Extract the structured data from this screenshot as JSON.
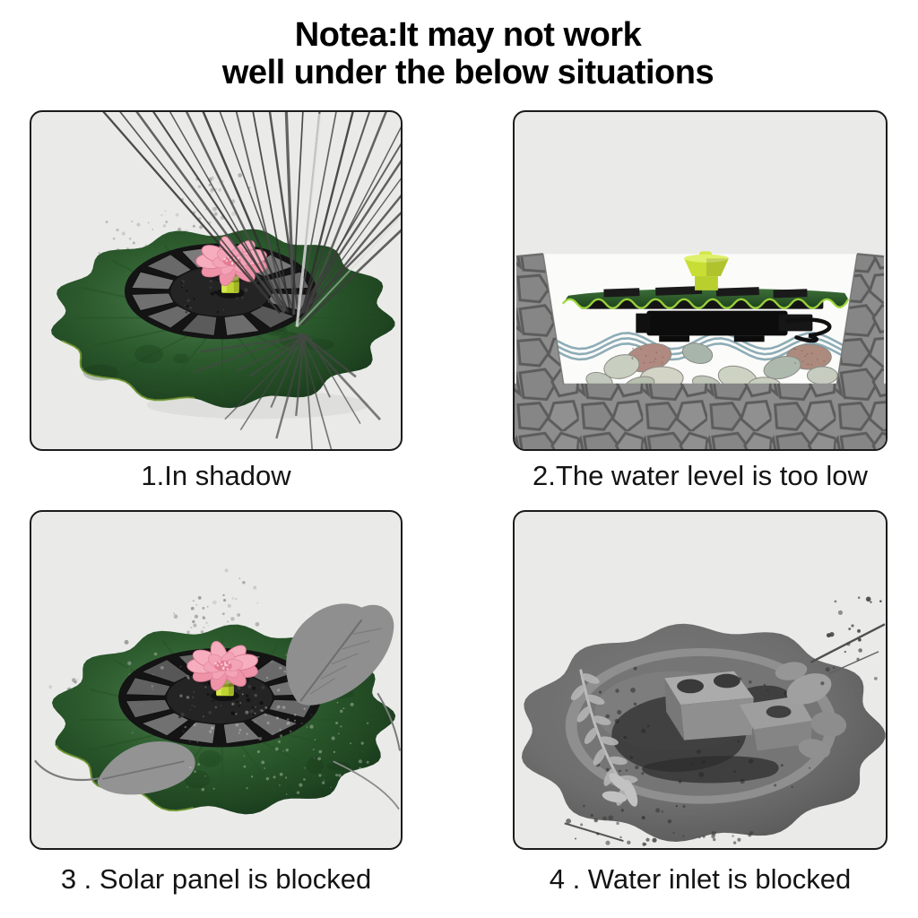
{
  "title": {
    "line1": "Notea:It may not work",
    "line2": "well under the below situations"
  },
  "panels": [
    {
      "caption": "1.In shadow",
      "illustration": "lotus-leaf-solar-fountain-shaded-by-palm-frond"
    },
    {
      "caption": "2.The water level is too low",
      "illustration": "fountain-floating-in-stone-basin-with-low-water-and-pebbles"
    },
    {
      "caption": "3 . Solar panel is blocked",
      "illustration": "lotus-leaf-solar-fountain-covered-by-dry-leaves-and-spray"
    },
    {
      "caption": "4 . Water inlet is blocked",
      "illustration": "grayscale-underside-of-fountain-with-debris-on-water-inlet"
    }
  ],
  "colors": {
    "page_bg": "#ffffff",
    "panel_bg": "#eaebe9",
    "panel_border": "#1b1b1b",
    "title_text": "#000000",
    "caption_text": "#141414",
    "leaf_green_light": "#4d8050",
    "leaf_green": "#2d5c2e",
    "leaf_green_deep": "#1f4521",
    "leaf_green_edge": "#16321a",
    "leaf_rim_light": "#8fb23a",
    "device_leaf_rim": "#a0d83c",
    "flower_pink_light": "#f6aebf",
    "flower_pink": "#ee93a8",
    "flower_pink_deep": "#dd7e96",
    "flower_center": "#e47e93",
    "nozzle_yellow": "#bfd431",
    "nozzle_yellow_light": "#dff06a",
    "solar_black": "#141414",
    "solar_cell_gray": "#6a6a6a",
    "palm_shadow_gray": "#3d3d3d",
    "mist_gray": "#9d9d9d",
    "stone_gray": "#8d8d8d",
    "stone_joint": "#5c5c5c",
    "basin_white": "#fbfbfa",
    "water_blue": "#87a8b2",
    "pump_black": "#0c0c0c",
    "dry_leaf_gray": "#8f8f8f",
    "underside_gray": "#6e6e6e",
    "debris_dark": "#2e2e2e",
    "pump_metal": "#ababab"
  }
}
